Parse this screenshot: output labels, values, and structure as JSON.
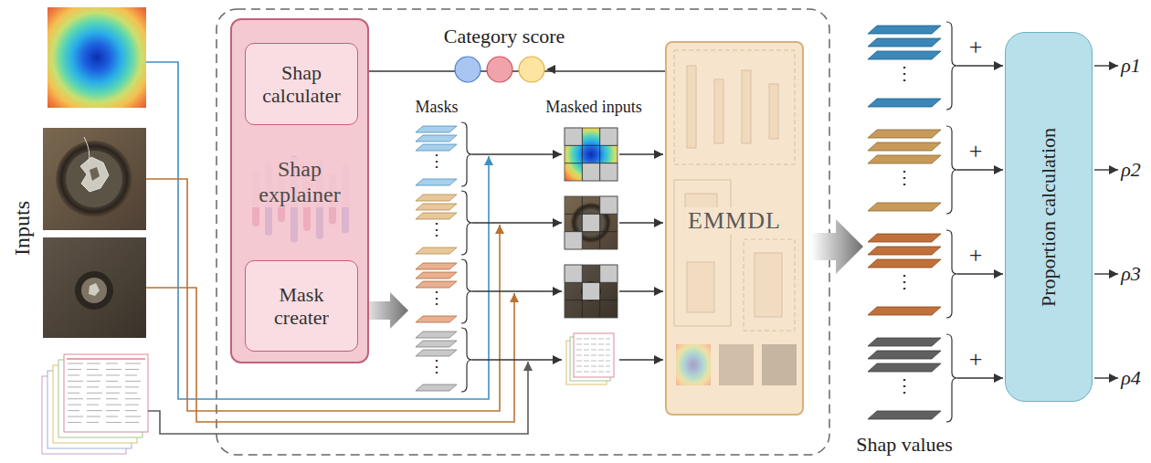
{
  "diagram": {
    "nodes": [
      {
        "text": [
          "Shap explainer"
        ]
      },
      {
        "text": [
          "Shap calculater"
        ],
        "in": 0
      },
      {
        "text": [
          "Mask creater"
        ],
        "in": 0
      },
      {
        "text": [
          "EMMDL"
        ]
      },
      {
        "text": [
          "Proportion calculation"
        ]
      }
    ],
    "edges": [
      {
        "from": 3,
        "to": 1,
        "arrow": "to"
      }
    ],
    "labels": [
      "Inputs",
      "Category score",
      "Masks",
      "Masked inputs",
      "⋮",
      "⋮",
      "⋮",
      "⋮",
      "⋮",
      "⋮",
      "⋮",
      "⋮",
      "+",
      "+",
      "+",
      "+",
      "ρ1",
      "ρ2",
      "ρ3",
      "ρ4",
      "Shap values"
    ]
  }
}
